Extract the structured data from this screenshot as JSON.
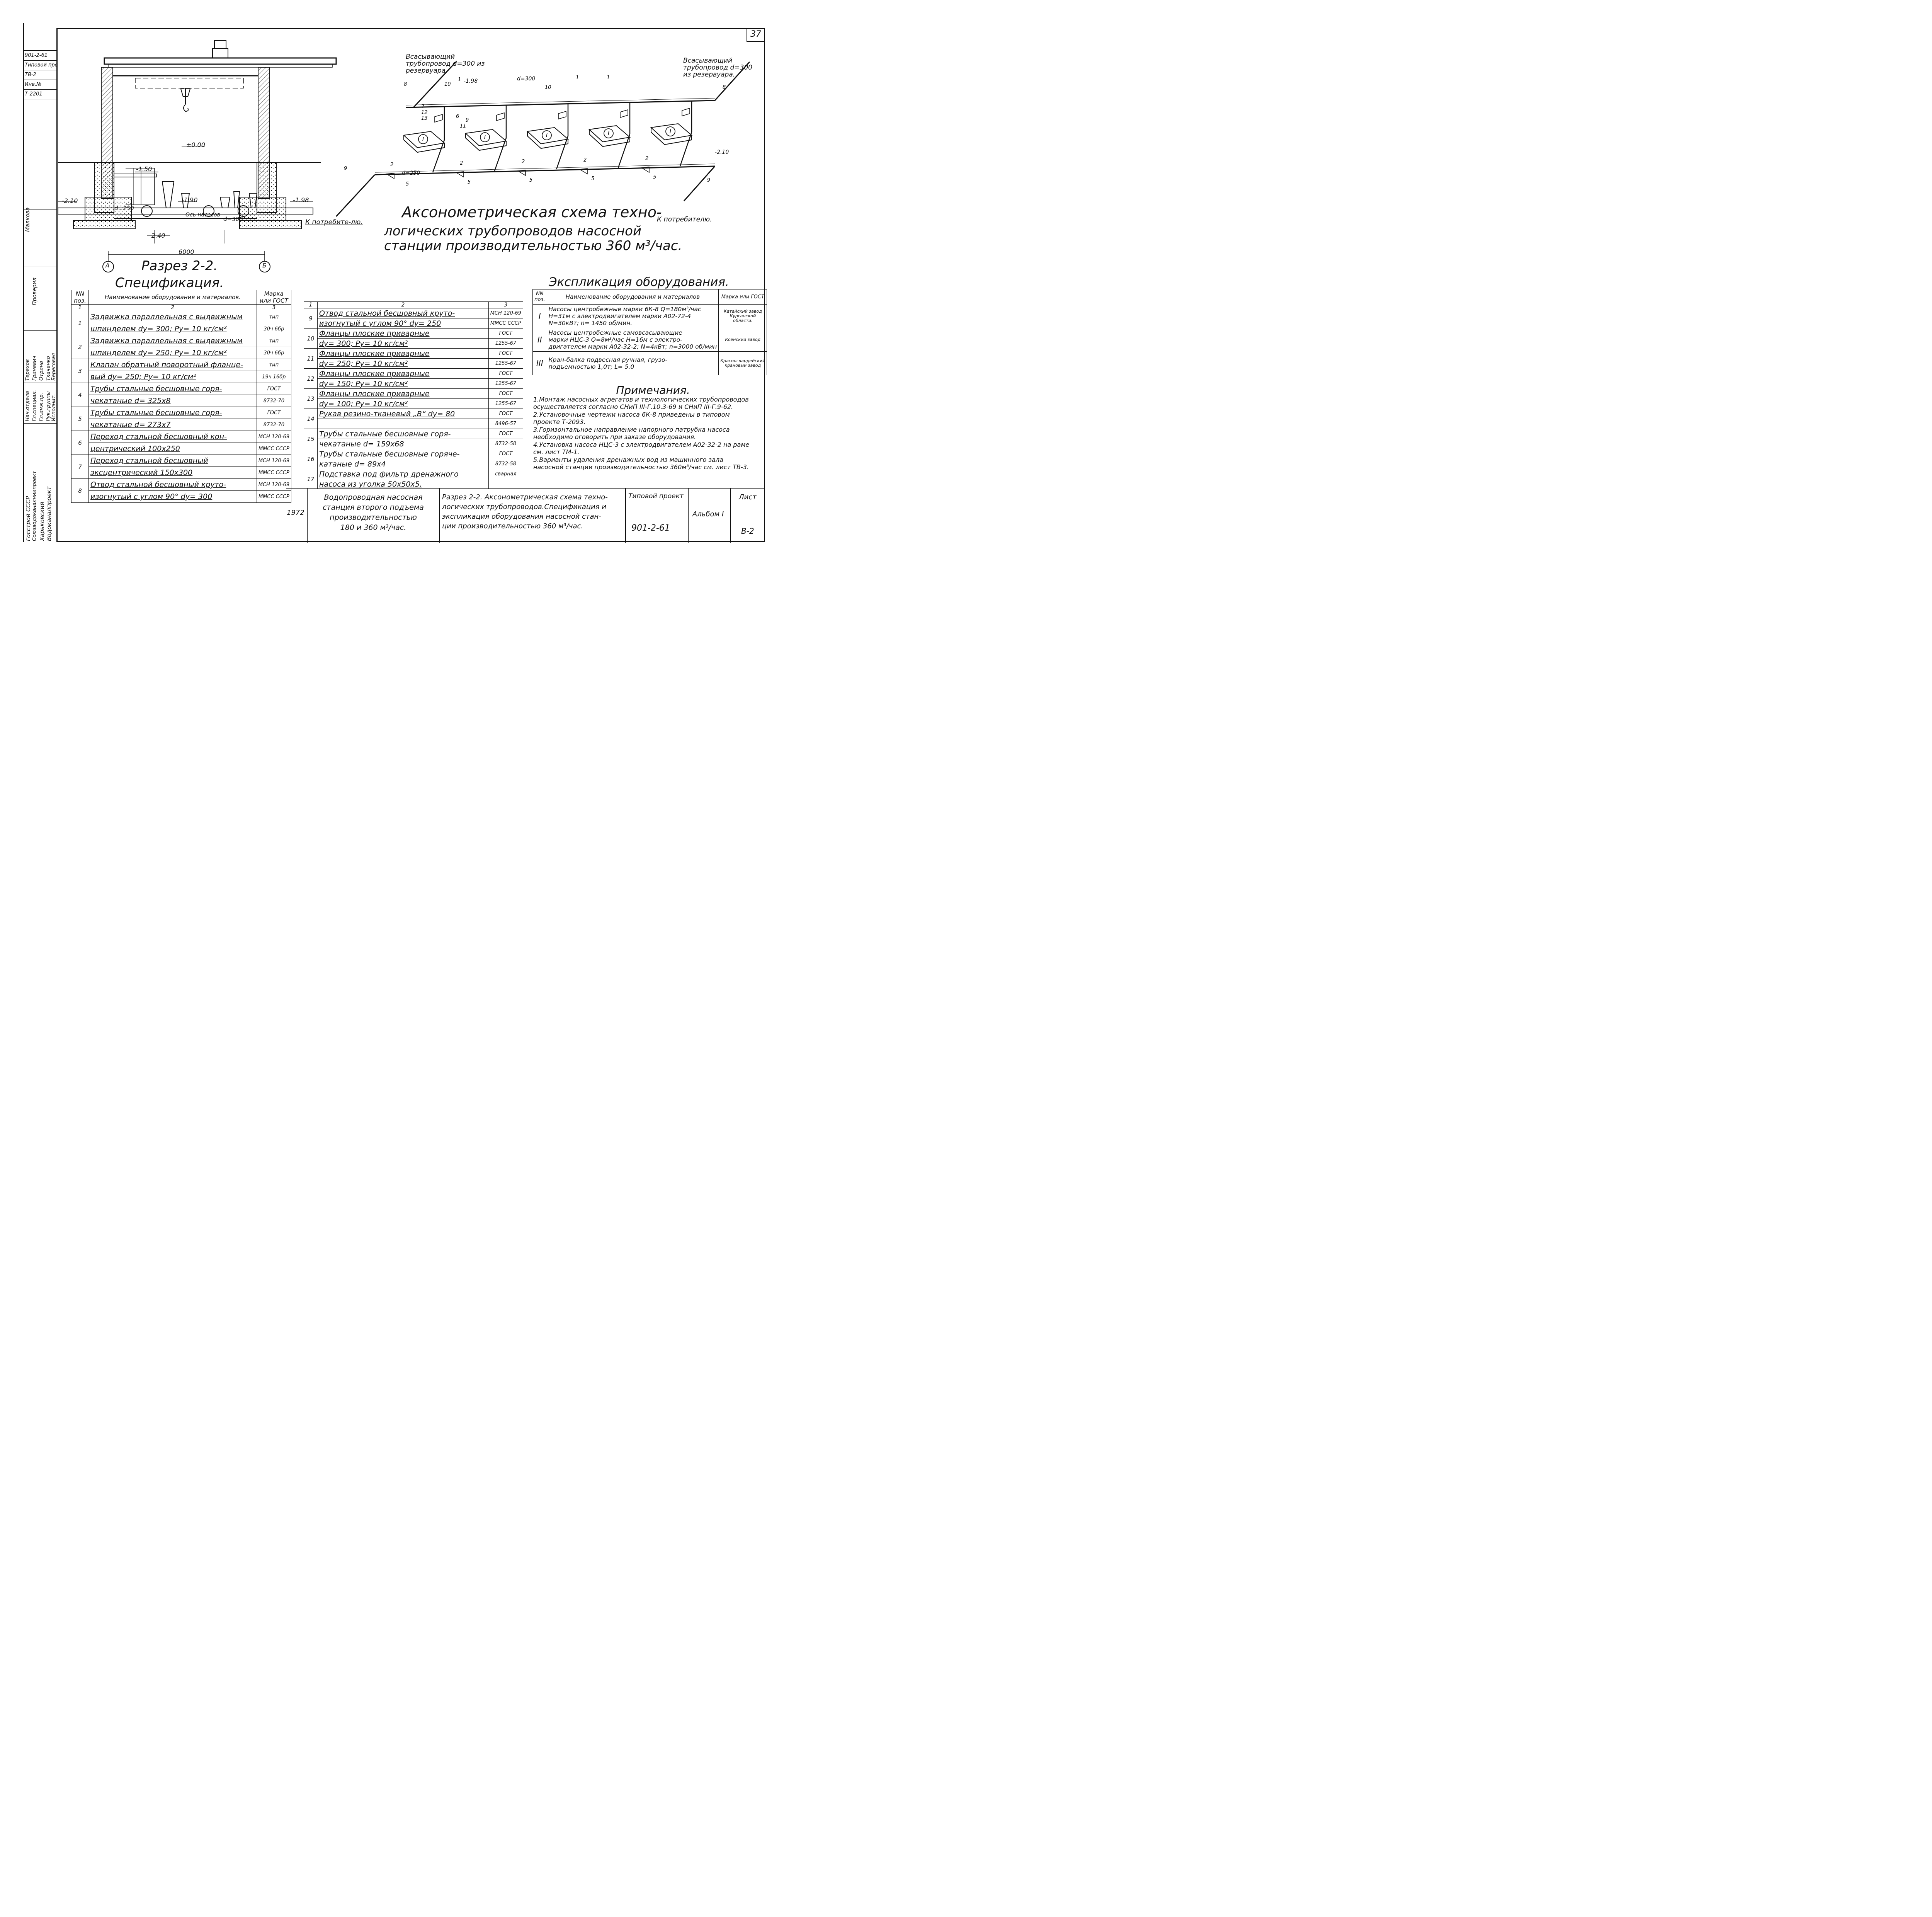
{
  "sheet_number": "37",
  "archive_box": [
    "901-2-61",
    "Типовой проект",
    "ТВ-2",
    "Инв.№",
    "Т-2201"
  ],
  "sidebar": {
    "org1": "Госстрой СССР",
    "org2": "Союзводоканалниипроект",
    "org3": "Харьковский",
    "org4": "Водоканалпроект",
    "roles": [
      "Нач.отдела",
      "Гл.специал.",
      "Гл.инж.пр.",
      "Рук.группы",
      "Исполнит."
    ],
    "names": [
      "Терехов",
      "Гриневич",
      "Отрина",
      "Ткаченко",
      "Береговая"
    ],
    "check": [
      "Проверил",
      "Малкова"
    ]
  },
  "section": {
    "caption": "Разрез 2-2.",
    "axis_a": "А",
    "axis_b": "Б",
    "width_dim": "6000",
    "levels": [
      "±0.00",
      "-1.50",
      "-2.10",
      "-1.90",
      "-1.98",
      "-2.40"
    ],
    "d1": "d=250",
    "d2": "d=300",
    "pump_label": "Ось насосов",
    "consumer": "К потребите-лю."
  },
  "axo": {
    "suction_left": "Всасывающий трубопровод d=300 из резервуара.",
    "suction_right": "Всасывающий трубопровод d=300 из резервуара.",
    "consumer": "К потребителю.",
    "title_l1": "Аксонометрическая схема техно-",
    "title_l2": "логических трубопроводов насосной",
    "title_l3": "станции производительностью 360 м³/час.",
    "pump_mark": "I",
    "levels": [
      "-1.98",
      "-2.10"
    ],
    "dims": [
      "d=300",
      "d=250"
    ]
  },
  "spec": {
    "title": "Спецификация.",
    "col1": "NN поз.",
    "col2": "Наименование оборудования и материалов.",
    "col3": "Марка или ГОСТ",
    "colnums": [
      "1",
      "2",
      "3"
    ],
    "left": [
      {
        "no": "1",
        "l1": "Задвижка параллельная с выдвижным",
        "l2": "шпинделем   dу= 300;  Pу= 10 кг/см²",
        "m1": "тип",
        "m2": "30ч 6бр"
      },
      {
        "no": "2",
        "l1": "Задвижка параллельная с выдвижным",
        "l2": "шпинделем   dу= 250;  Pу= 10 кг/см²",
        "m1": "тип",
        "m2": "30ч 6бр"
      },
      {
        "no": "3",
        "l1": "Клапан обратный поворотный фланце-",
        "l2": "вый  dу= 250;  Pу= 10 кг/см²",
        "m1": "тип",
        "m2": "19ч 16бр"
      },
      {
        "no": "4",
        "l1": "Трубы стальные бесшовные горя-",
        "l2": "чекатаные      d= 325х8",
        "m1": "ГОСТ",
        "m2": "8732-70"
      },
      {
        "no": "5",
        "l1": "Трубы стальные бесшовные горя-",
        "l2": "чекатаные      d= 273х7",
        "m1": "ГОСТ",
        "m2": "8732-70"
      },
      {
        "no": "6",
        "l1": "Переход стальной бесшовный кон-",
        "l2": "центрический   100х250",
        "m1": "МСН 120-69",
        "m2": "ММСС СССР"
      },
      {
        "no": "7",
        "l1": "Переход стальной бесшовный",
        "l2": "эксцентрический   150х300",
        "m1": "МСН 120-69",
        "m2": "ММСС СССР"
      },
      {
        "no": "8",
        "l1": "Отвод стальной бесшовный круто-",
        "l2": "изогнутый с углом 90°  dу= 300",
        "m1": "МСН 120-69",
        "m2": "ММСС СССР"
      }
    ],
    "right": [
      {
        "no": "9",
        "l1": "Отвод стальной бесшовный круто-",
        "l2": "изогнутый с углом 90°   dу= 250",
        "m1": "МСН 120-69",
        "m2": "ММСС СССР"
      },
      {
        "no": "10",
        "l1": "Фланцы плоские приварные",
        "l2": "dу= 300;  Pу= 10 кг/см²",
        "m1": "ГОСТ",
        "m2": "1255-67"
      },
      {
        "no": "11",
        "l1": "Фланцы плоские приварные",
        "l2": "dу= 250;  Pу= 10 кг/см²",
        "m1": "ГОСТ",
        "m2": "1255-67"
      },
      {
        "no": "12",
        "l1": "Фланцы плоские приварные",
        "l2": "dу= 150;  Pу= 10 кг/см²",
        "m1": "ГОСТ",
        "m2": "1255-67"
      },
      {
        "no": "13",
        "l1": "Фланцы плоские приварные",
        "l2": "dу= 100;  Pу= 10 кг/см²",
        "m1": "ГОСТ",
        "m2": "1255-67"
      },
      {
        "no": "14",
        "l1": "Рукав резино-тканевый „В“ dу= 80",
        "l2": "",
        "m1": "ГОСТ",
        "m2": "8496-57"
      },
      {
        "no": "15",
        "l1": "Трубы стальные бесшовные горя-",
        "l2": "чекатаные   d= 159х68",
        "m1": "ГОСТ",
        "m2": "8732-58"
      },
      {
        "no": "16",
        "l1": "Трубы стальные бесшовные горяче-",
        "l2": "катаные    d= 89х4",
        "m1": "ГОСТ",
        "m2": "8732-58"
      },
      {
        "no": "17",
        "l1": "Подставка под фильтр дренажного",
        "l2": "насоса из уголка  50х50х5.",
        "m1": "сварная",
        "m2": ""
      }
    ]
  },
  "explication": {
    "title": "Экспликация оборудования.",
    "col1": "NN поз.",
    "col2": "Наименование оборудования и материалов",
    "col3": "Марка или ГОСТ",
    "rows": [
      {
        "no": "I",
        "l1": "Насосы центробежные марки 6К-8 Q=180м³/час",
        "l2": "H=31м с электродвигателем марки А02-72-4",
        "l3": "N=30кВт;  n= 1450 об/мин.",
        "m": "Катайский завод Курганской области."
      },
      {
        "no": "II",
        "l1": "Насосы центробежные самовсасывающие",
        "l2": "марки НЦС-3 Q=8м³/час H=16м с электро-",
        "l3": "двигателем марки А02-32-2; N=4кВт; n=3000 об/мин",
        "m": "Ксенский завод"
      },
      {
        "no": "III",
        "l1": "Кран-балка подвесная ручная, грузо-",
        "l2": "подъемностью 1,0т;  L= 5.0",
        "l3": "",
        "m": "Красногвардейский крановый завод"
      }
    ]
  },
  "notes": {
    "title": "Примечания.",
    "items": [
      "1.Монтаж насосных агрегатов и технологических трубопроводов осуществляется согласно СНиП III-Г.10.3-69 и СНиП III-Г.9-62.",
      "2.Установочные чертежи насоса 6К-8 приведены в типовом проекте Т-2093.",
      "3.Горизонтальное направление напорного патрубка насоса необходимо оговорить при заказе оборудования.",
      "4.Установка насоса НЦС-3 с электродвигателем А02-32-2 на раме см. лист ТМ-1.",
      "5.Варианты удаления дренажных вод из машинного зала насосной станции производительностью 360м³/час см. лист ТВ-3."
    ]
  },
  "stamp": {
    "year": "1972",
    "project_l1": "Водопроводная насосная",
    "project_l2": "станция второго подъема",
    "project_l3": "производительностью",
    "project_l4": "180 и 360 м³/час.",
    "sheet_l1": "Разрез 2-2. Аксонометрическая схема техно-",
    "sheet_l2": "логических трубопроводов.Спецификация и",
    "sheet_l3": "экспликация оборудования насосной стан-",
    "sheet_l4": "ции производительностью 360 м³/час.",
    "typical": "Типовой проект",
    "typical_no": "901-2-61",
    "album": "Альбом I",
    "sheet_label": "Лист",
    "sheet_value": "В-2"
  }
}
